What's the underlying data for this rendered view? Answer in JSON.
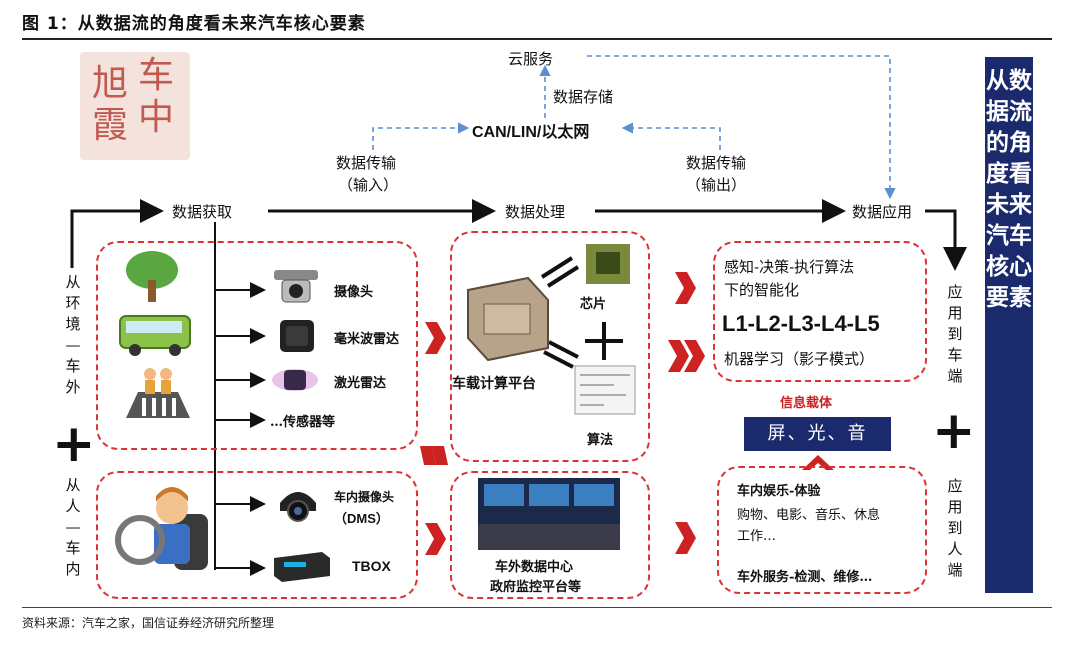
{
  "header": {
    "title": "图 1：从数据流的角度看未来汽车核心要素",
    "source": "资料来源：汽车之家，国信证券经济研究所整理"
  },
  "seal": {
    "chars": [
      "旭",
      "霞",
      "车",
      "中"
    ]
  },
  "cloud": {
    "service": "云服务",
    "storage": "数据存储",
    "network": "CAN/LIN/以太网",
    "transfer_in": "数据传输",
    "transfer_in_sub": "（输入）",
    "transfer_out": "数据传输",
    "transfer_out_sub": "（输出）"
  },
  "flow": {
    "acquire": "数据获取",
    "process": "数据处理",
    "apply": "数据应用"
  },
  "left": {
    "env": "从环境—车外",
    "human": "从人—车内"
  },
  "sensors": {
    "camera": "摄像头",
    "radar": "毫米波雷达",
    "lidar": "激光雷达",
    "others": "…传感器等",
    "cabin_camera": "车内摄像头",
    "dms": "（DMS）",
    "tbox": "TBOX"
  },
  "processing": {
    "chip": "芯片",
    "platform": "车载计算平台",
    "algorithm": "算法",
    "datacenter_line1": "车外数据中心",
    "datacenter_line2": "政府监控平台等"
  },
  "application": {
    "algo_line1": "感知-决策-执行算法",
    "algo_line2": "下的智能化",
    "levels": "L1-L2-L3-L4-L5",
    "ml": "机器学习（影子模式）",
    "info_carrier": "信息载体",
    "screen_light_sound": "屏、光、音",
    "cabin_exp": "车内娱乐-体验",
    "cabin_items": "购物、电影、音乐、休息",
    "cabin_work": "工作…",
    "services": "车外服务-检测、维修…"
  },
  "right": {
    "to_vehicle": "应用到车端",
    "to_human": "应用到人端"
  },
  "sidebar": "从数据流的角度看未来汽车核心要素",
  "colors": {
    "navy": "#1a2a6c",
    "red": "#cc2222",
    "dash_blue": "#5b8fd0"
  }
}
